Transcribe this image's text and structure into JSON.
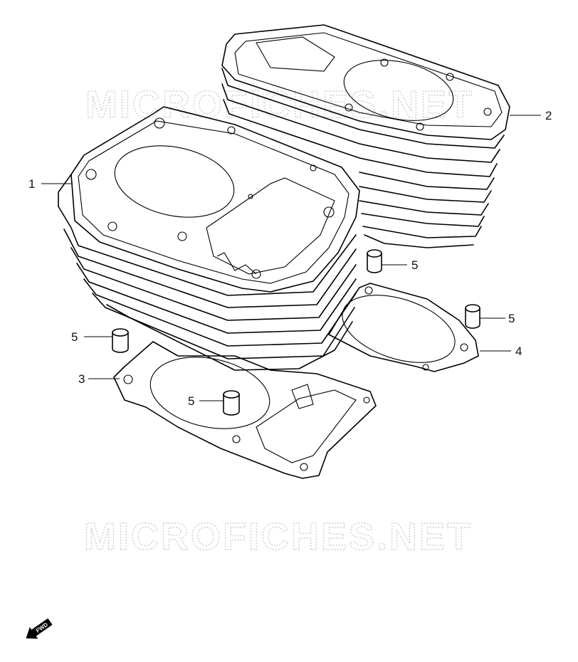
{
  "watermarks": [
    "MICROFICHES.NET",
    "MICROFICHES.NET"
  ],
  "callouts": [
    {
      "id": "1",
      "label": "1"
    },
    {
      "id": "2",
      "label": "2"
    },
    {
      "id": "3",
      "label": "3"
    },
    {
      "id": "4",
      "label": "4"
    },
    {
      "id": "5a",
      "label": "5"
    },
    {
      "id": "5b",
      "label": "5"
    },
    {
      "id": "5c",
      "label": "5"
    },
    {
      "id": "5d",
      "label": "5"
    }
  ],
  "fwd_label": "FWD",
  "icons": {
    "fwd": "fwd-arrow-icon"
  }
}
